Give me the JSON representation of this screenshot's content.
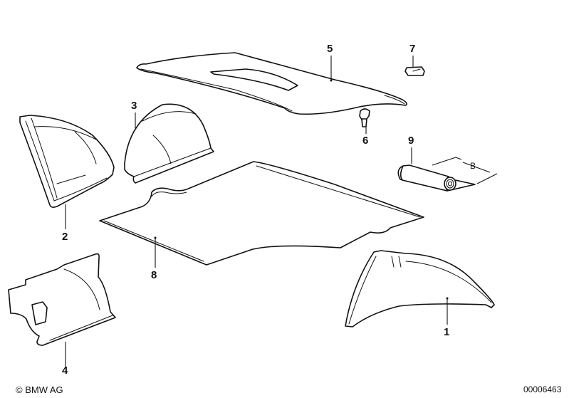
{
  "diagram": {
    "type": "parts-exploded-view",
    "parts": [
      {
        "id": "1",
        "label": "1",
        "name": "wheel-arch-trim-right"
      },
      {
        "id": "2",
        "label": "2",
        "name": "side-trim-panel-left"
      },
      {
        "id": "3",
        "label": "3",
        "name": "wheel-arch-cover"
      },
      {
        "id": "4",
        "label": "4",
        "name": "wheel-arch-trim-left"
      },
      {
        "id": "5",
        "label": "5",
        "name": "parcel-shelf-trim"
      },
      {
        "id": "6",
        "label": "6",
        "name": "expanding-rivet"
      },
      {
        "id": "7",
        "label": "7",
        "name": "pad"
      },
      {
        "id": "8",
        "label": "8",
        "name": "trunk-floor-mat"
      },
      {
        "id": "9",
        "label": "9",
        "name": "insulation-roll"
      }
    ],
    "dimension_label": "B"
  },
  "footer": {
    "copyright": "© BMW AG",
    "diagram_number": "00006463"
  }
}
